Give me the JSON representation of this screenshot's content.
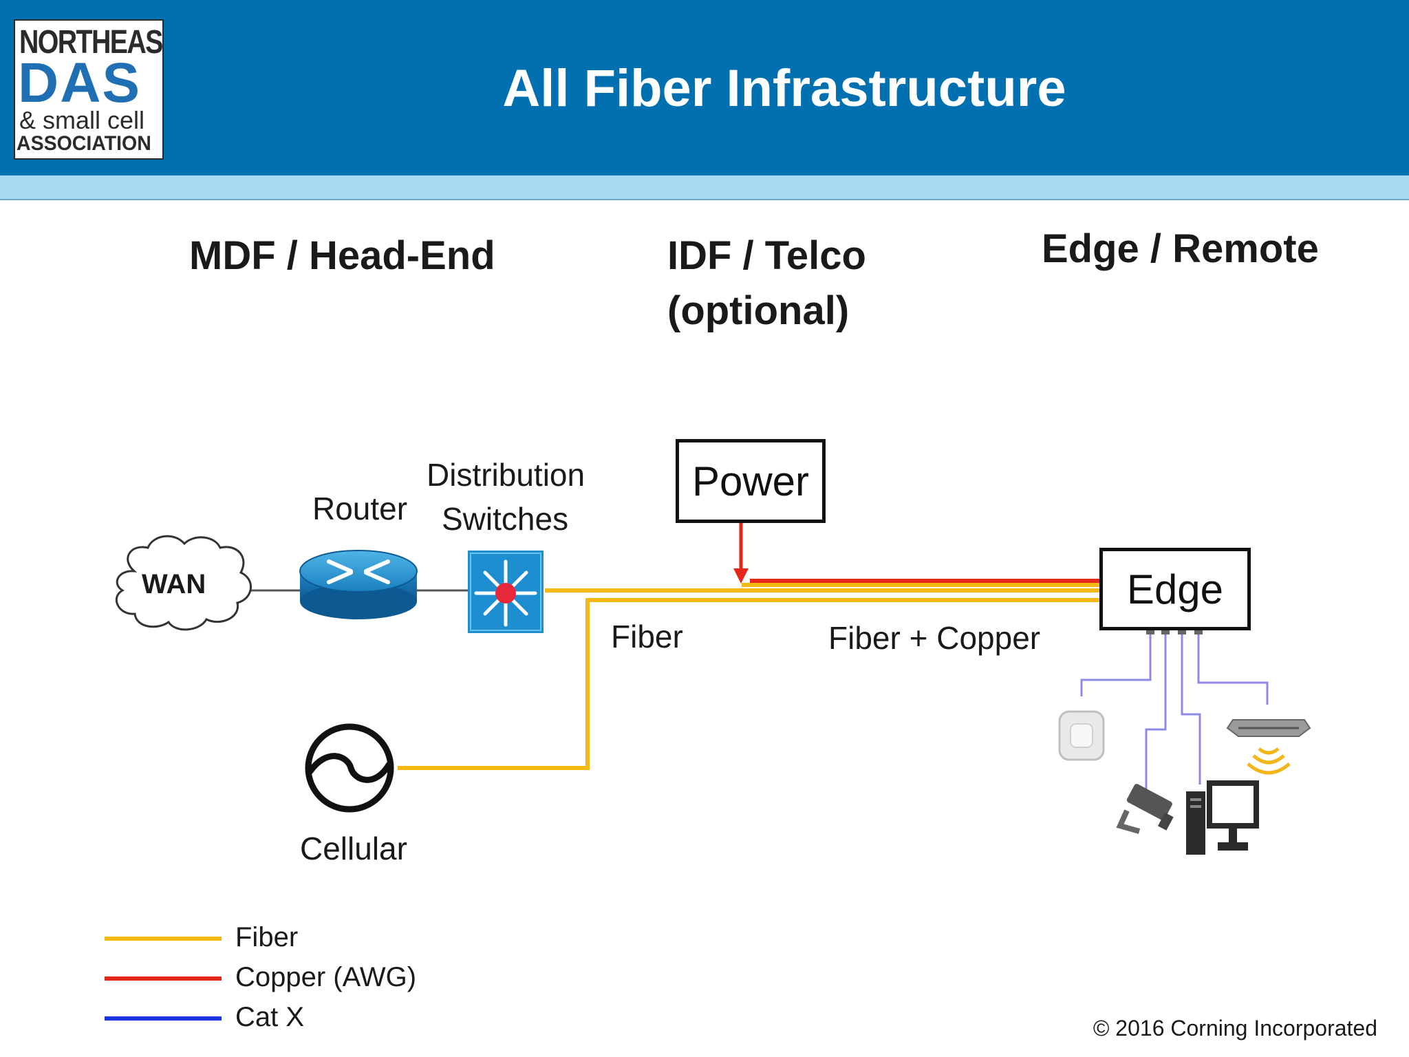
{
  "header": {
    "logo": {
      "line1": "NORTHEAST",
      "line2": "DAS",
      "line3": "& small cell",
      "line4": "ASSOCIATION"
    },
    "title": "All Fiber Infrastructure"
  },
  "columns": {
    "mdf": "MDF / Head-End",
    "idf_line1": "IDF / Telco",
    "idf_line2": "(optional)",
    "edge": "Edge / Remote"
  },
  "nodes": {
    "wan": "WAN",
    "router": "Router",
    "switches_line1": "Distribution",
    "switches_line2": "Switches",
    "power": "Power",
    "edge": "Edge",
    "cellular": "Cellular"
  },
  "links": {
    "fiber": "Fiber",
    "fiber_copper": "Fiber + Copper"
  },
  "legend": [
    {
      "label": "Fiber",
      "color": "#f5b914"
    },
    {
      "label": "Copper (AWG)",
      "color": "#e8271c"
    },
    {
      "label": "Cat X",
      "color": "#1b35e0"
    }
  ],
  "colors": {
    "header_bg": "#0070b0",
    "header_stripe": "#a8dcf2",
    "fiber": "#f5b914",
    "copper": "#e8271c",
    "catx": "#8f8ae8"
  },
  "copyright": "© 2016 Corning Incorporated"
}
